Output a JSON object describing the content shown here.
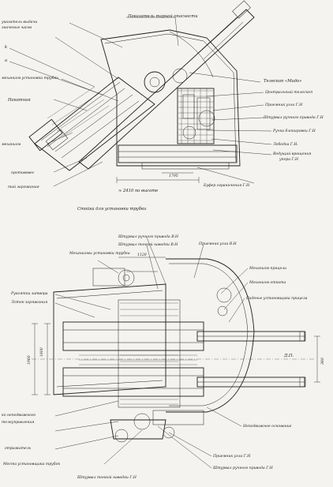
{
  "labels": {
    "top_view": [
      {
        "id": "t1",
        "text": "Показатель тарной опасности"
      },
      {
        "id": "t2",
        "text": "указатель выдачи"
      },
      {
        "id": "t3",
        "text": "значения часов"
      },
      {
        "id": "t4",
        "text": "k"
      },
      {
        "id": "t5",
        "text": "a"
      },
      {
        "id": "t6",
        "text": "механизм установки трубки"
      },
      {
        "id": "t7",
        "text": "Накатник"
      },
      {
        "id": "t8",
        "text": "механизм"
      },
      {
        "id": "t9",
        "text": "противовес"
      },
      {
        "id": "t10",
        "text": "тай заряжания"
      },
      {
        "id": "t11",
        "text": "Телескоп «Мидо»"
      },
      {
        "id": "t12",
        "text": "Центральный телескоп"
      },
      {
        "id": "t13",
        "text": "Приемник угла Г.Н"
      },
      {
        "id": "t14",
        "text": "Штурвал ручного привода Г.Н"
      },
      {
        "id": "t15",
        "text": "Ручка блокировки Г.Н"
      },
      {
        "id": "t16",
        "text": "Лебедка Г.Н."
      },
      {
        "id": "t17",
        "text": "Ведущий вращения"
      },
      {
        "id": "t18",
        "text": "упора Г.Н"
      },
      {
        "id": "t19",
        "text": "Буфер ограничения Г.Н"
      },
      {
        "id": "t20",
        "text": "Стойка для установки трубки"
      },
      {
        "id": "t21",
        "text": "≈ 2410 по высоте"
      },
      {
        "id": "t22",
        "text": "1795"
      }
    ],
    "plan_view": [
      {
        "id": "p1",
        "text": "Штурвал ручного привода В.Н"
      },
      {
        "id": "p2",
        "text": "Штурвал тонкой наводки В.Н"
      },
      {
        "id": "p3",
        "text": "Приемник угла В.Н"
      },
      {
        "id": "p4",
        "text": "Механизмы установки трубки"
      },
      {
        "id": "p5",
        "text": "Рукоятки затвора"
      },
      {
        "id": "p6",
        "text": "Лоток заряжания"
      },
      {
        "id": "p7",
        "text": "Механизм прицела"
      },
      {
        "id": "p8",
        "text": "Механизм отката"
      },
      {
        "id": "p9",
        "text": "Сиденье установщика прицела"
      },
      {
        "id": "p10",
        "text": "Д.П."
      },
      {
        "id": "p11",
        "text": "ко неподвижного"
      },
      {
        "id": "p12",
        "text": "телеуправления"
      },
      {
        "id": "p13",
        "text": "отражатель"
      },
      {
        "id": "p14",
        "text": "Неподвижное основание"
      },
      {
        "id": "p15",
        "text": "Приемник угла Г.Н"
      },
      {
        "id": "p16",
        "text": "Штурвал ручного привода Г.Н"
      },
      {
        "id": "p17",
        "text": "Места установщика трубок"
      },
      {
        "id": "p18",
        "text": "Штурвал тонкой наводки Г.Н"
      },
      {
        "id": "p19",
        "text": "1120"
      },
      {
        "id": "p20",
        "text": "1800"
      },
      {
        "id": "p21",
        "text": "1960"
      },
      {
        "id": "p22",
        "text": "380"
      }
    ]
  }
}
